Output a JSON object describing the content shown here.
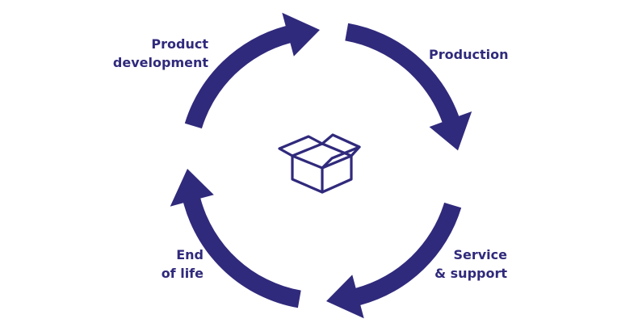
{
  "diagram": {
    "accent_color": "#302a7c",
    "center_icon": "open-box-icon",
    "stages": [
      {
        "key": "product_development",
        "line1": "Product",
        "line2": "development"
      },
      {
        "key": "production",
        "line1": "Production",
        "line2": ""
      },
      {
        "key": "service_support",
        "line1": "Service",
        "line2": "& support"
      },
      {
        "key": "end_of_life",
        "line1": "End",
        "line2": "of life"
      }
    ]
  }
}
